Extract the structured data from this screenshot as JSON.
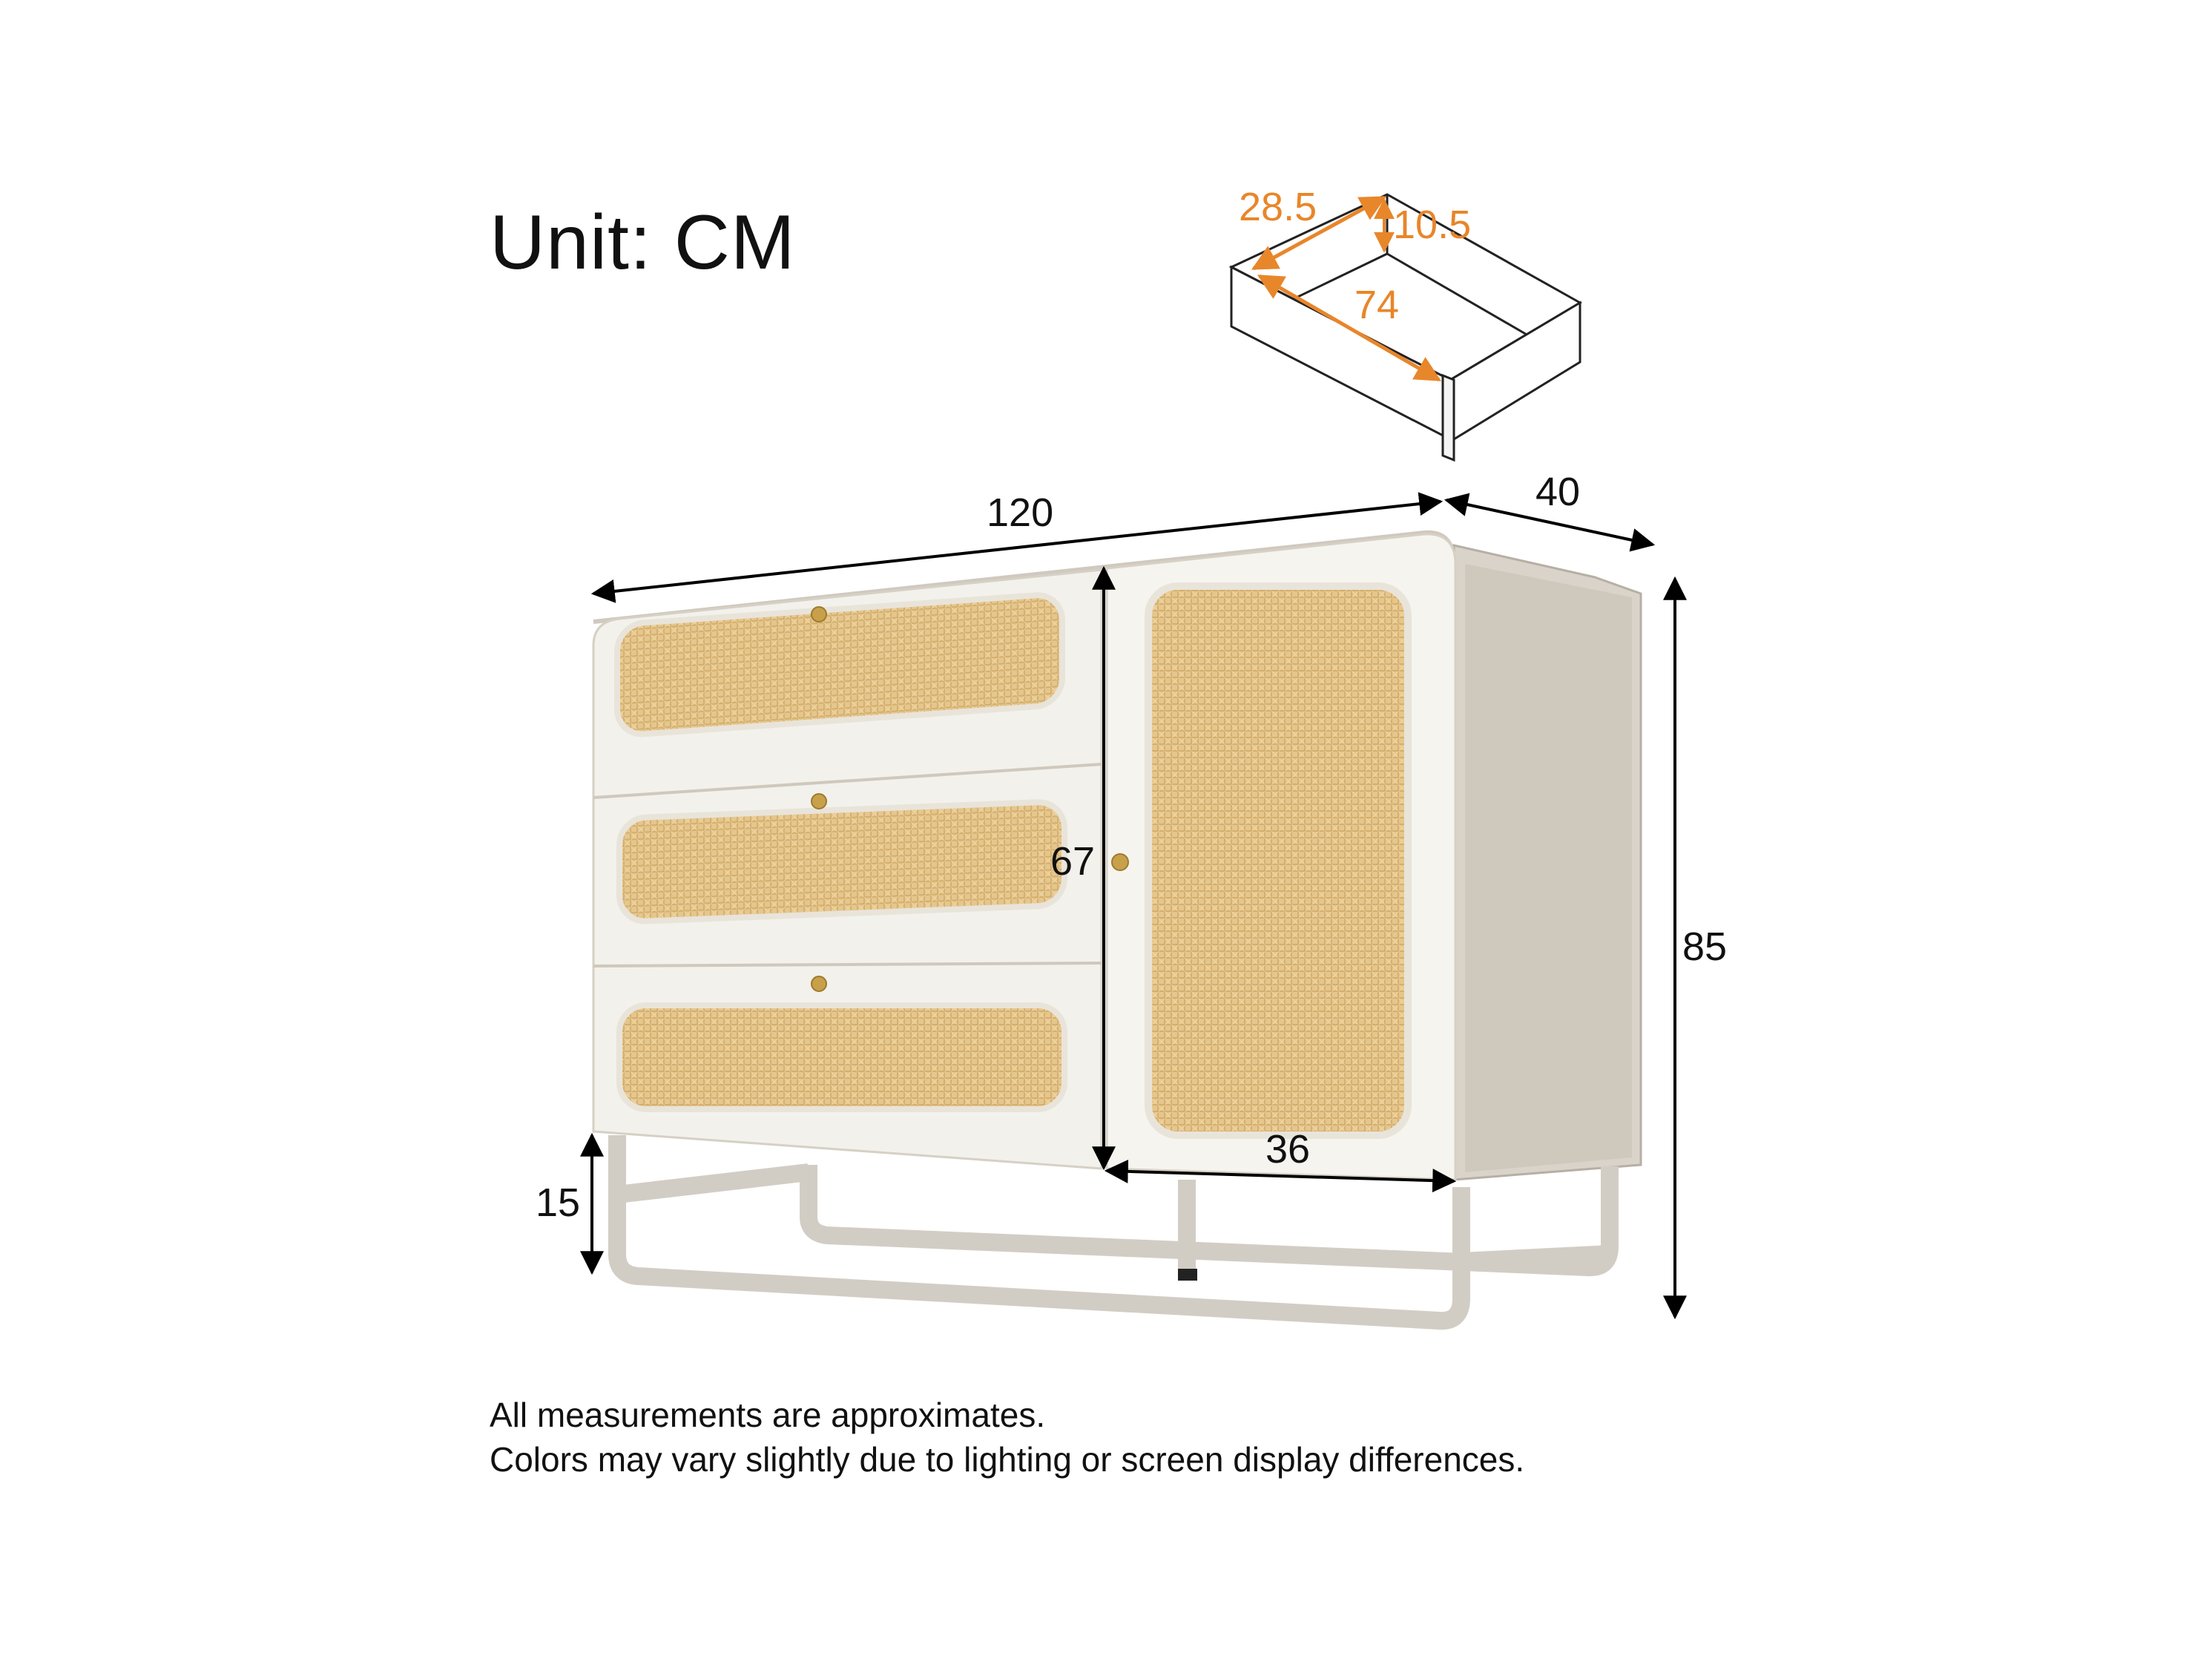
{
  "unit_label": "Unit: CM",
  "dimensions": {
    "width": "120",
    "depth": "40",
    "height": "85",
    "body_height": "67",
    "leg_height": "15",
    "door_width": "36"
  },
  "drawer_dimensions": {
    "width": "74",
    "depth": "28.5",
    "height": "10.5"
  },
  "notes": [
    "All measurements are approximates.",
    "Colors may vary slightly due to lighting or screen display differences."
  ],
  "colors": {
    "dimension_line": "#000000",
    "drawer_dimension": "#e8862a",
    "cabinet_white": "#f3f1ec",
    "cabinet_side": "#dcd6cc",
    "rattan": "#e2c184",
    "frame": "#d8d4cc",
    "knob_gold": "#c9a04a"
  }
}
